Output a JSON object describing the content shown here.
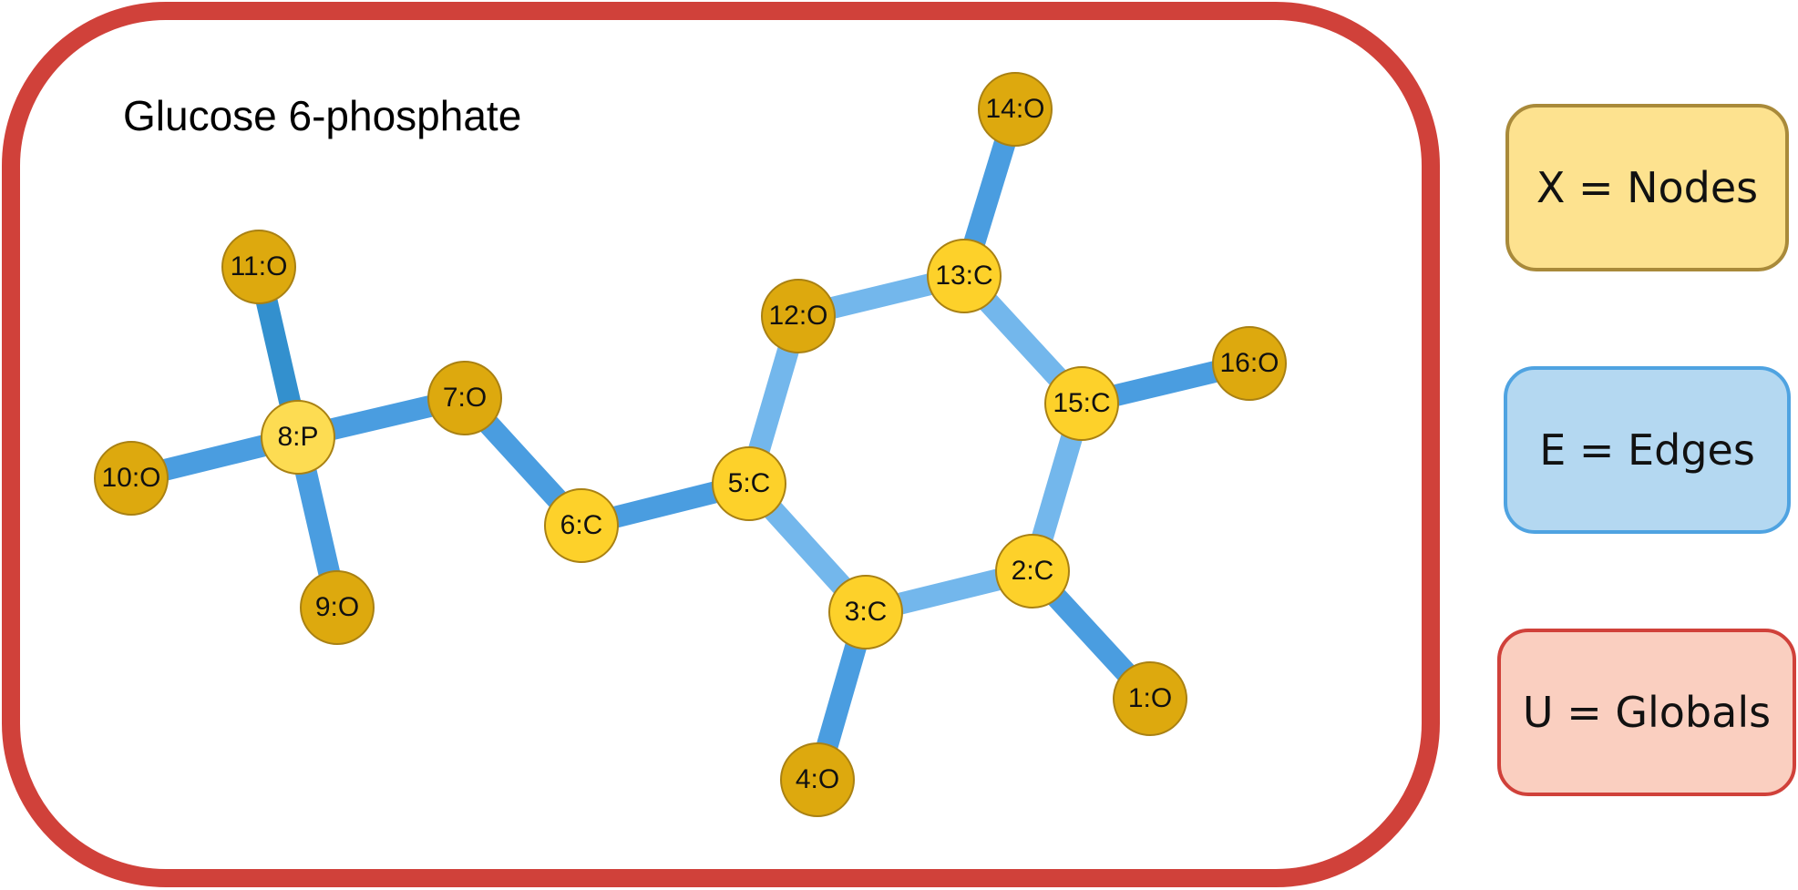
{
  "title": "Glucose 6-phosphate",
  "colors": {
    "frame": "#D0413A",
    "edge_primary": "#4A9DE0",
    "edge_light": "#73B7EC",
    "edge_dark": "#3390CE",
    "node_oxygen": "#DDA90E",
    "node_carbon": "#FDD12A",
    "node_phosphorus": "#FDDC52",
    "node_stroke": "#A98113"
  },
  "nodes": [
    {
      "id": 1,
      "label": "1:O",
      "element": "O"
    },
    {
      "id": 2,
      "label": "2:C",
      "element": "C"
    },
    {
      "id": 3,
      "label": "3:C",
      "element": "C"
    },
    {
      "id": 4,
      "label": "4:O",
      "element": "O"
    },
    {
      "id": 5,
      "label": "5:C",
      "element": "C"
    },
    {
      "id": 6,
      "label": "6:C",
      "element": "C"
    },
    {
      "id": 7,
      "label": "7:O",
      "element": "O"
    },
    {
      "id": 8,
      "label": "8:P",
      "element": "P"
    },
    {
      "id": 9,
      "label": "9:O",
      "element": "O"
    },
    {
      "id": 10,
      "label": "10:O",
      "element": "O"
    },
    {
      "id": 11,
      "label": "11:O",
      "element": "O"
    },
    {
      "id": 12,
      "label": "12:O",
      "element": "O"
    },
    {
      "id": 13,
      "label": "13:C",
      "element": "C"
    },
    {
      "id": 14,
      "label": "14:O",
      "element": "O"
    },
    {
      "id": 15,
      "label": "15:C",
      "element": "C"
    },
    {
      "id": 16,
      "label": "16:O",
      "element": "O"
    }
  ],
  "edges": [
    {
      "source": 11,
      "target": 8,
      "tone": "dark"
    },
    {
      "source": 10,
      "target": 8,
      "tone": "primary"
    },
    {
      "source": 8,
      "target": 9,
      "tone": "primary"
    },
    {
      "source": 8,
      "target": 7,
      "tone": "primary"
    },
    {
      "source": 7,
      "target": 6,
      "tone": "primary"
    },
    {
      "source": 6,
      "target": 5,
      "tone": "primary"
    },
    {
      "source": 5,
      "target": 12,
      "tone": "light"
    },
    {
      "source": 12,
      "target": 13,
      "tone": "light"
    },
    {
      "source": 13,
      "target": 15,
      "tone": "light"
    },
    {
      "source": 15,
      "target": 2,
      "tone": "light"
    },
    {
      "source": 2,
      "target": 3,
      "tone": "light"
    },
    {
      "source": 3,
      "target": 5,
      "tone": "light"
    },
    {
      "source": 13,
      "target": 14,
      "tone": "primary"
    },
    {
      "source": 15,
      "target": 16,
      "tone": "primary"
    },
    {
      "source": 2,
      "target": 1,
      "tone": "primary"
    },
    {
      "source": 3,
      "target": 4,
      "tone": "primary"
    }
  ],
  "legend": {
    "nodes": {
      "label": "X = Nodes",
      "fill": "#FDE28F",
      "stroke": "#A98A3A"
    },
    "edges": {
      "label": "E = Edges",
      "fill": "#B4D8F1",
      "stroke": "#4FA3E1"
    },
    "globals": {
      "label": "U = Globals",
      "fill": "#FACFC0",
      "stroke": "#D0413A"
    }
  }
}
